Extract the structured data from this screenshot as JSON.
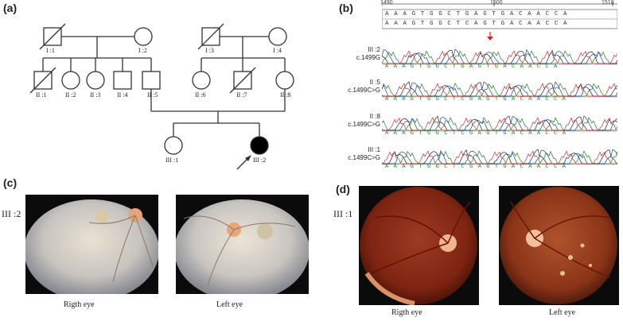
{
  "panels": {
    "a": "(a)",
    "b": "(b)",
    "c": "(c)",
    "d": "(d)"
  },
  "pedigree": {
    "gen1": [
      "I :1",
      "I :2",
      "I :3",
      "I :4"
    ],
    "gen2": [
      "II :1",
      "II :2",
      "II :3",
      "II :4",
      "II :5",
      "II :6",
      "II :7",
      "II :8"
    ],
    "gen3": [
      "III :1",
      "III :2"
    ]
  },
  "sequencing": {
    "ruler": [
      "1490",
      "1500",
      "1510"
    ],
    "reference_seq_1": "A A A G T G G C T G A G T G A C A A C C A",
    "reference_seq_2": "A A A G T G G C T C A G T G A C A A C C A",
    "tracks": [
      {
        "subject": "III :2",
        "variant": "c.1499G",
        "seq": "A A A G T G G C T G A G T G A C A A C C A"
      },
      {
        "subject": "II :5",
        "variant": "c.1499C>G",
        "seq": "A A A G T G G C T C G A G T G A C A A C C A"
      },
      {
        "subject": "II :8",
        "variant": "c.1499C>G",
        "seq": "A A A G T G G C T C G A G T G A C A A C C A"
      },
      {
        "subject": "III :1",
        "variant": "c.1499C>G",
        "seq": "A A A G T G G C T C G A G T G A C A A C C A"
      }
    ],
    "marker_color": "#d62020"
  },
  "fundus_c": {
    "subject": "III :2",
    "captions": [
      "Rigth eye",
      "Left eye"
    ]
  },
  "fundus_d": {
    "subject": "III :1",
    "captions": [
      "Rigth eye",
      "Left eye"
    ]
  }
}
